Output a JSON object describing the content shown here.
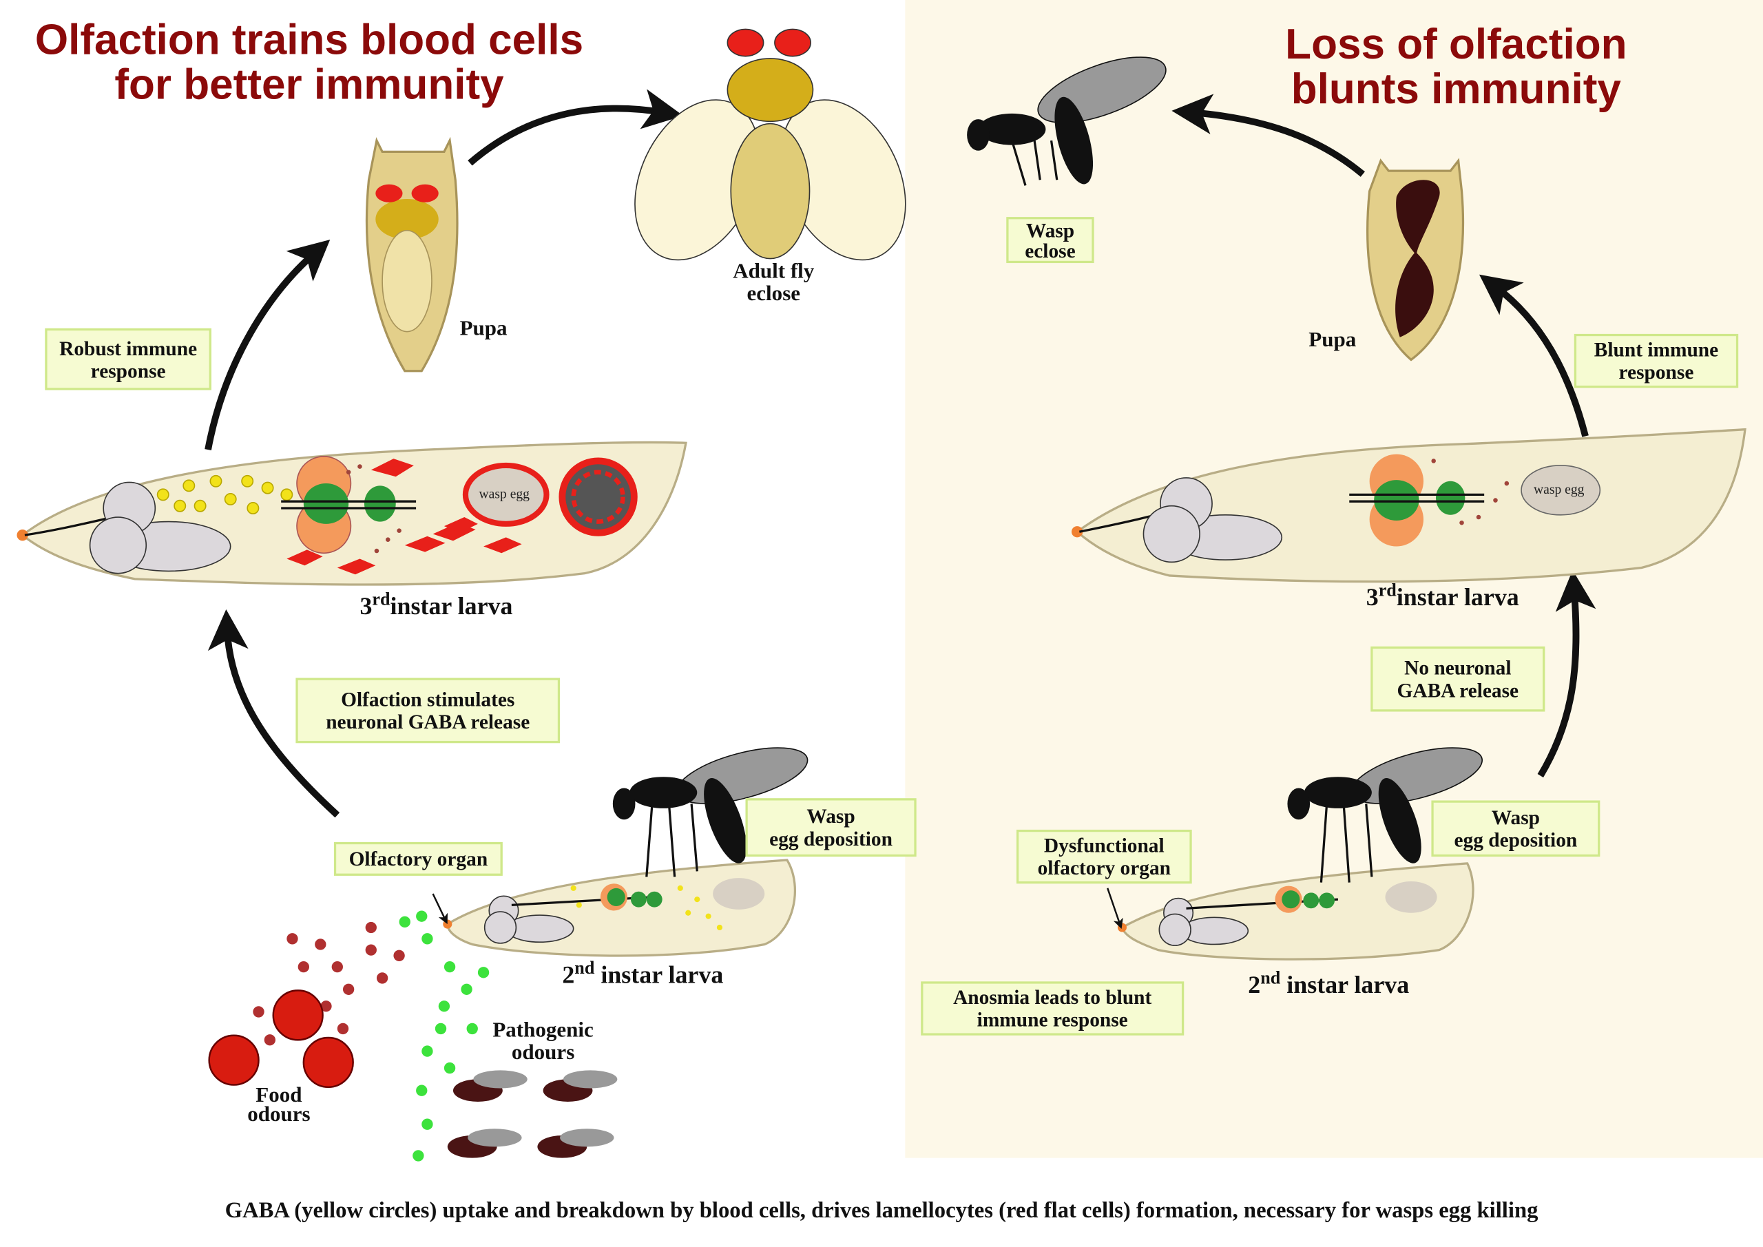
{
  "left_panel": {
    "title_line1": "Olfaction trains blood cells",
    "title_line2": "for better immunity",
    "adult_fly_line1": "Adult fly",
    "adult_fly_line2": "eclose",
    "pupa": "Pupa",
    "robust_box_line1": "Robust immune",
    "robust_box_line2": "response",
    "third_instar_prefix": "3",
    "third_instar_sup": "rd",
    "third_instar_suffix": "instar larva",
    "gaba_box_line1": "Olfaction stimulates",
    "gaba_box_line2": "neuronal GABA release",
    "olfactory_organ": "Olfactory organ",
    "wasp_box_line1": "Wasp",
    "wasp_box_line2": "egg deposition",
    "second_instar_prefix": "2",
    "second_instar_sup": "nd",
    "second_instar_suffix": " instar larva",
    "pathogenic_line1": "Pathogenic",
    "pathogenic_line2": "odours",
    "food_line1": "Food",
    "food_line2": "odours",
    "wasp_egg": "wasp egg"
  },
  "right_panel": {
    "title_line1": "Loss of olfaction",
    "title_line2": "blunts immunity",
    "wasp_eclose_line1": "Wasp",
    "wasp_eclose_line2": "eclose",
    "pupa": "Pupa",
    "blunt_box_line1": "Blunt immune",
    "blunt_box_line2": "response",
    "third_instar_prefix": "3",
    "third_instar_sup": "rd",
    "third_instar_suffix": "instar larva",
    "no_gaba_line1": "No neuronal",
    "no_gaba_line2": "GABA release",
    "wasp_box_line1": "Wasp",
    "wasp_box_line2": "egg deposition",
    "dysfunctional_line1": "Dysfunctional",
    "dysfunctional_line2": "olfactory organ",
    "second_instar_prefix": "2",
    "second_instar_sup": "nd",
    "second_instar_suffix": " instar larva",
    "anosmia_line1": "Anosmia leads to blunt",
    "anosmia_line2": "immune response",
    "wasp_egg": "wasp egg"
  },
  "caption": "GABA (yellow circles) uptake and breakdown by blood cells, drives lamellocytes (red flat cells) formation, necessary for wasps egg killing",
  "colors": {
    "title": "#8b0a0a",
    "right_panel_bg": "#fdf8e8",
    "label_box_fill": "#f6fbd2",
    "label_box_border": "#cfe88a",
    "gaba": "#f2e21a",
    "lamellocyte": "#e8201a",
    "larva": "#f4eed2"
  }
}
